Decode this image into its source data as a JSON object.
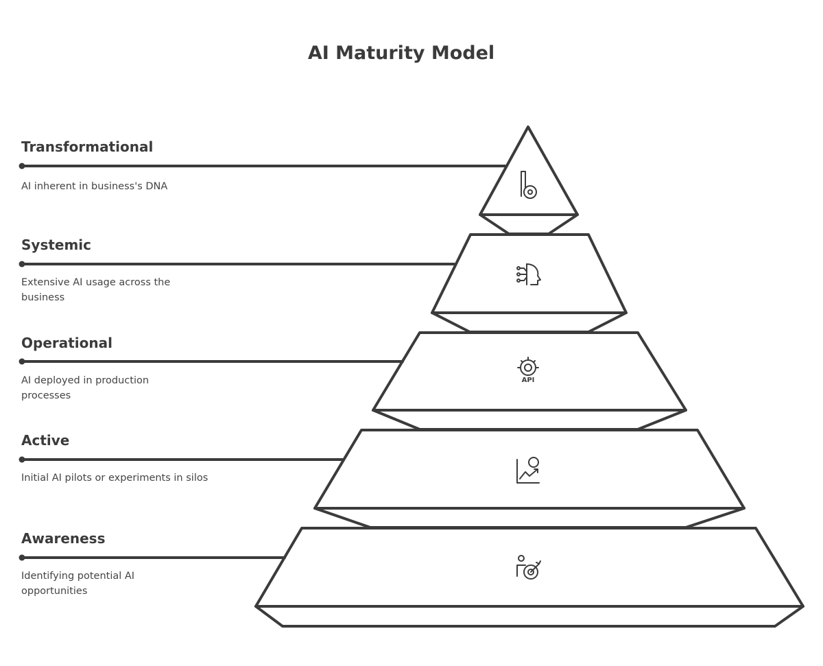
{
  "title": "AI Maturity Model",
  "colors": {
    "stroke": "#3b3b3b",
    "background": "#ffffff"
  },
  "levels": [
    {
      "title": "Transformational",
      "description": "AI inherent in business's DNA",
      "icon": "brain-circuit-icon"
    },
    {
      "title": "Systemic",
      "description": "Extensive AI usage across the business",
      "icon": "ai-head-icon"
    },
    {
      "title": "Operational",
      "description": "AI deployed in production processes",
      "icon": "api-gear-icon"
    },
    {
      "title": "Active",
      "description": "Initial AI pilots or experiments in silos",
      "icon": "chart-question-icon"
    },
    {
      "title": "Awareness",
      "description": "Identifying potential AI opportunities",
      "icon": "person-target-icon"
    }
  ]
}
